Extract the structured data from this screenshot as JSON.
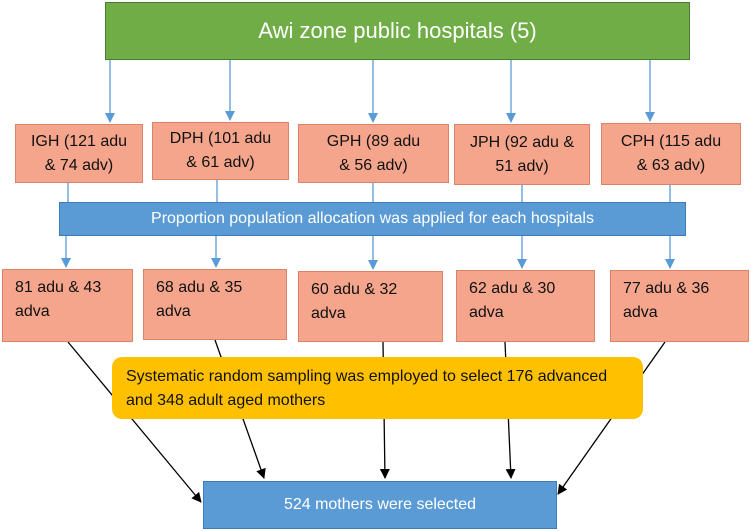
{
  "top": {
    "label": "Awi zone public hospitals (5)"
  },
  "hospitals": [
    {
      "label": "IGH (121 adu\n& 74 adv)"
    },
    {
      "label": "DPH (101 adu\n& 61 adv)"
    },
    {
      "label": "GPH (89 adu\n& 56 adv)"
    },
    {
      "label": "JPH (92 adu &\n51 adv)"
    },
    {
      "label": "CPH (115 adu\n& 63 adv)"
    }
  ],
  "allocation_step": {
    "label": "Proportion population allocation was applied for each hospitals"
  },
  "allocations": [
    {
      "label": "81 adu & 43\nadva"
    },
    {
      "label": "68 adu & 35\nadva"
    },
    {
      "label": "60 adu & 32\nadva"
    },
    {
      "label": "62 adu & 30\nadva"
    },
    {
      "label": "77 adu & 36\nadva"
    }
  ],
  "sampling_step": {
    "label": "Systematic random sampling was employed to select 176 advanced and 348 adult aged mothers"
  },
  "final": {
    "label": "524 mothers were selected"
  },
  "colors": {
    "top_box": "#70ad47",
    "hospital_box": "#f4a58c",
    "blue_box": "#5b9bd5",
    "sampling_box": "#ffc000",
    "arrow_blue": "#5b9bd5",
    "arrow_black": "#000000"
  }
}
